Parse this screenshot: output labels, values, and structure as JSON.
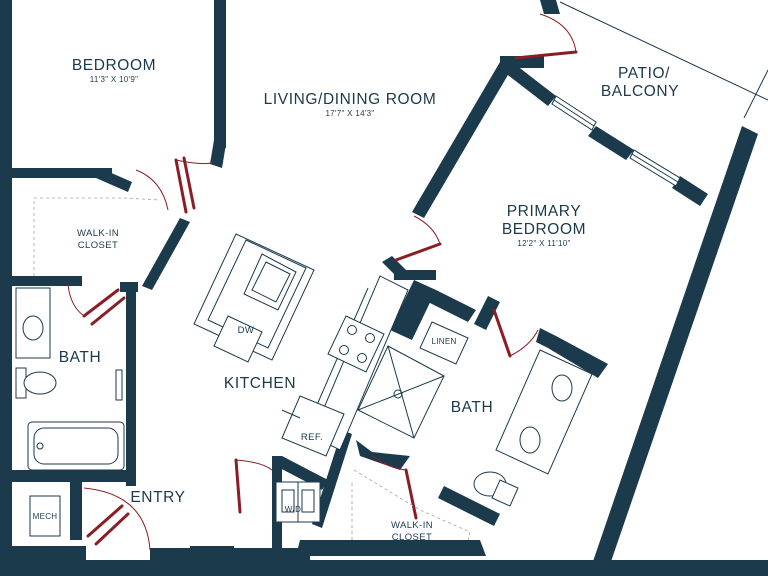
{
  "rooms": {
    "bedroom": {
      "name": "BEDROOM",
      "dims": "11'3\" X 10'9\""
    },
    "living": {
      "name": "LIVING/DINING ROOM",
      "dims": "17'7\" X 14'3\""
    },
    "patio": {
      "line1": "PATIO/",
      "line2": "BALCONY"
    },
    "primary": {
      "line1": "PRIMARY",
      "line2": "BEDROOM",
      "dims": "12'2\" X 11'10\""
    },
    "walkin1": {
      "line1": "WALK-IN",
      "line2": "CLOSET"
    },
    "walkin2": {
      "line1": "WALK-IN",
      "line2": "CLOSET"
    },
    "bath1": {
      "name": "BATH"
    },
    "bath2": {
      "name": "BATH"
    },
    "kitchen": {
      "name": "KITCHEN"
    },
    "entry": {
      "name": "ENTRY"
    },
    "linen": {
      "name": "LINEN"
    }
  },
  "fixtures": {
    "dw": "DW",
    "ref": "REF.",
    "wd": "W/D",
    "mech": "MECH"
  },
  "colors": {
    "wall": "#1b3a4b",
    "door": "#8b1e24",
    "background": "#ffffff"
  }
}
